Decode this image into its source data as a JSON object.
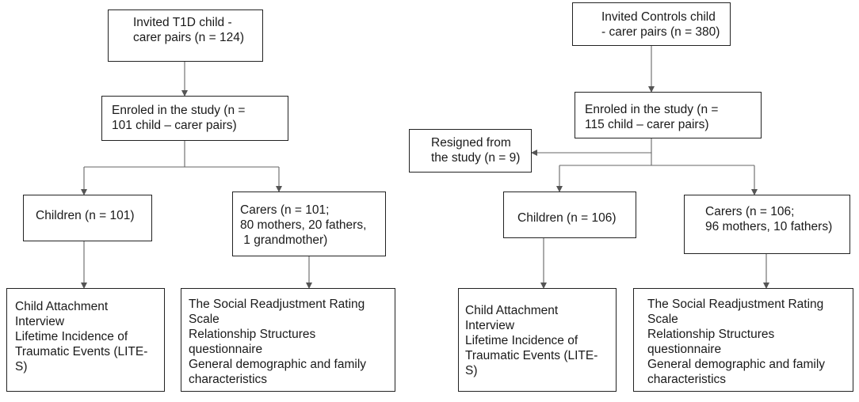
{
  "diagram": {
    "t1d": {
      "invited": [
        "Invited T1D child -",
        "carer pairs (n = 124)"
      ],
      "enrolled": [
        "Enroled in the study (n =",
        "101 child – carer pairs)"
      ],
      "children": [
        "Children (n = 101)"
      ],
      "carers": [
        "Carers (n = 101;",
        "80 mothers, 20 fathers,",
        " 1 grandmother)"
      ],
      "child_measures": [
        "Child Attachment",
        "Interview",
        "Lifetime Incidence of",
        "Traumatic Events (LITE-",
        "S)"
      ],
      "carer_measures": [
        "The Social Readjustment Rating",
        "Scale",
        "Relationship Structures",
        "questionnaire",
        "General demographic and family",
        "characteristics"
      ]
    },
    "controls": {
      "invited": [
        "Invited Controls child",
        "- carer pairs (n = 380)"
      ],
      "enrolled": [
        "Enroled in the study (n =",
        "115 child – carer pairs)"
      ],
      "resigned": [
        "Resigned from",
        "the study (n = 9)"
      ],
      "children": [
        "Children (n = 106)"
      ],
      "carers": [
        "Carers (n = 106;",
        "96 mothers, 10 fathers)"
      ],
      "child_measures": [
        "Child Attachment",
        "Interview",
        "Lifetime Incidence of",
        "Traumatic Events (LITE-",
        "S)"
      ],
      "carer_measures": [
        "The Social Readjustment Rating",
        "Scale",
        "Relationship Structures",
        "questionnaire",
        "General demographic and family",
        "characteristics"
      ]
    }
  }
}
